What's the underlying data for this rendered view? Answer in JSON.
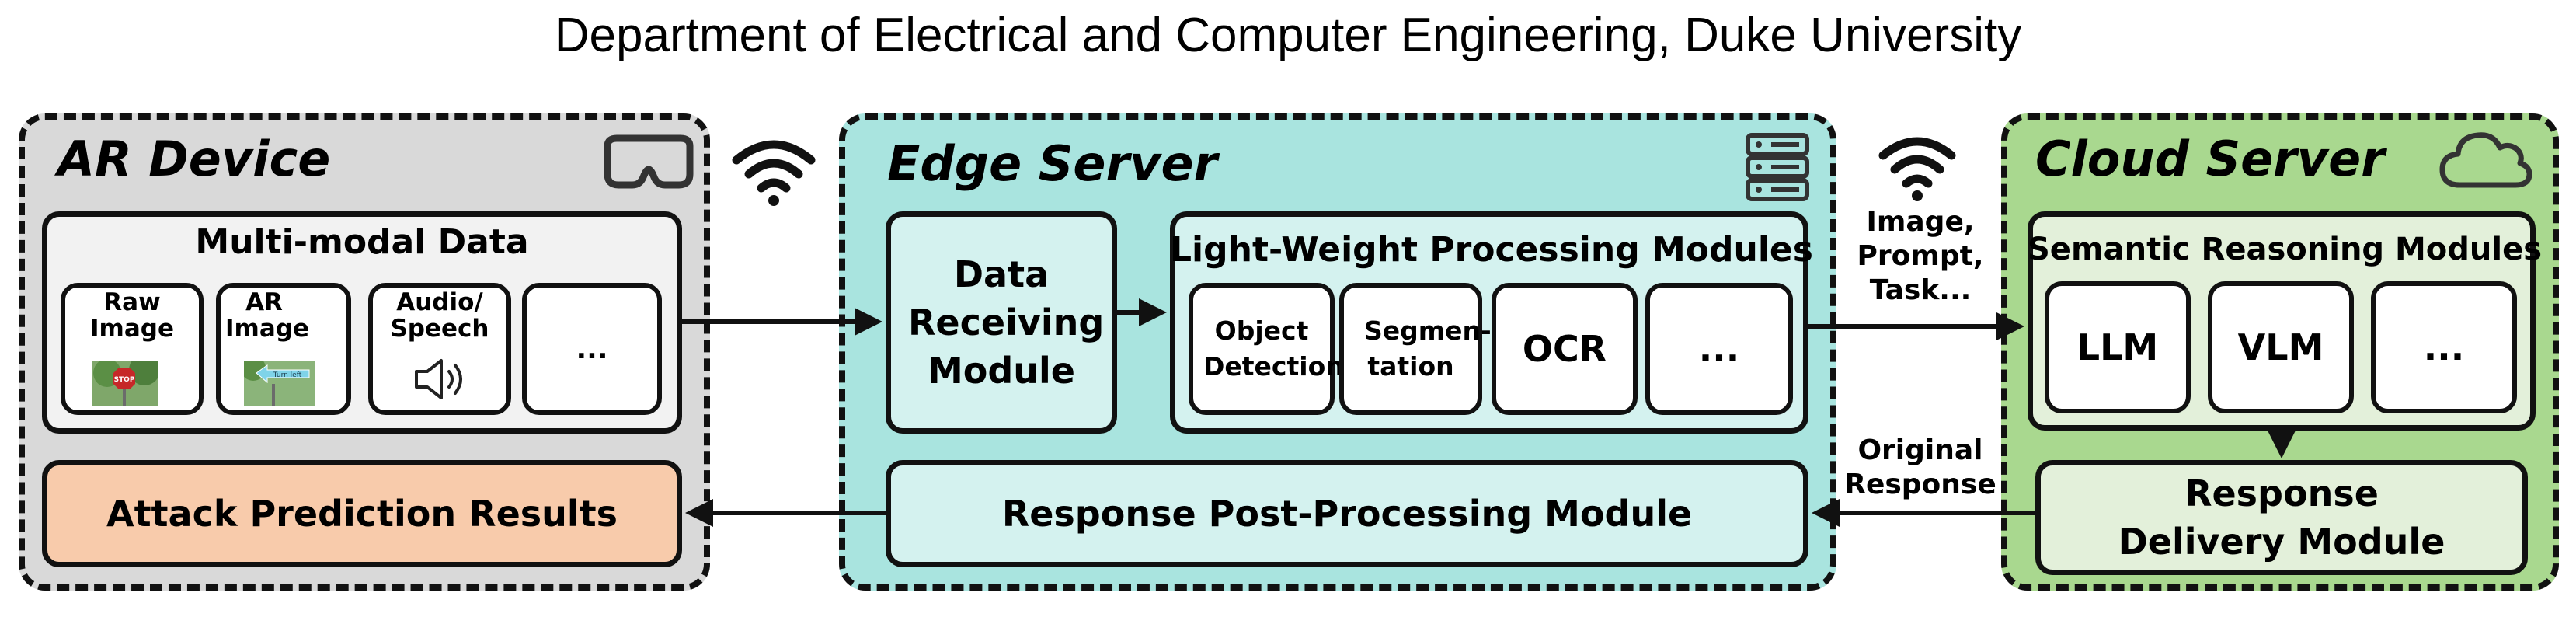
{
  "header": {
    "text": "Department of Electrical and Computer Engineering, Duke University"
  },
  "ar_device": {
    "title": "AR Device",
    "multimodal_title": "Multi-modal Data",
    "items": [
      "Raw Image",
      "AR Image",
      "Audio/ Speech",
      "..."
    ],
    "raw_image_sign": "STOP",
    "ar_image_text": "Turn left",
    "results_label": "Attack Prediction Results"
  },
  "edge_server": {
    "title": "Edge Server",
    "receiving_label": "Data Receiving Module",
    "lightweight_title": "Light-Weight Processing Modules",
    "modules": [
      "Object Detection",
      "Segmen- tation",
      "OCR",
      "..."
    ],
    "postprocessing_label": "Response Post-Processing Module"
  },
  "cloud_server": {
    "title": "Cloud Server",
    "reasoning_title": "Semantic Reasoning Modules",
    "models": [
      "LLM",
      "VLM",
      "..."
    ],
    "delivery_label": "Response Delivery Module"
  },
  "arrows": {
    "to_cloud_label": "Image, Prompt, Task...",
    "from_cloud_label": "Original Response"
  },
  "colors": {
    "ar_bg": "#d9d9d9",
    "edge_bg": "#a9e4df",
    "cloud_bg": "#a9d88f",
    "inner_light": "#f2f2f2",
    "edge_inner": "#d4f2ef",
    "cloud_inner": "#e3f0da",
    "result_bg": "#f8cbab"
  },
  "icons": [
    "wifi-icon",
    "vr-headset-icon",
    "server-icon",
    "cloud-icon",
    "speaker-icon"
  ]
}
